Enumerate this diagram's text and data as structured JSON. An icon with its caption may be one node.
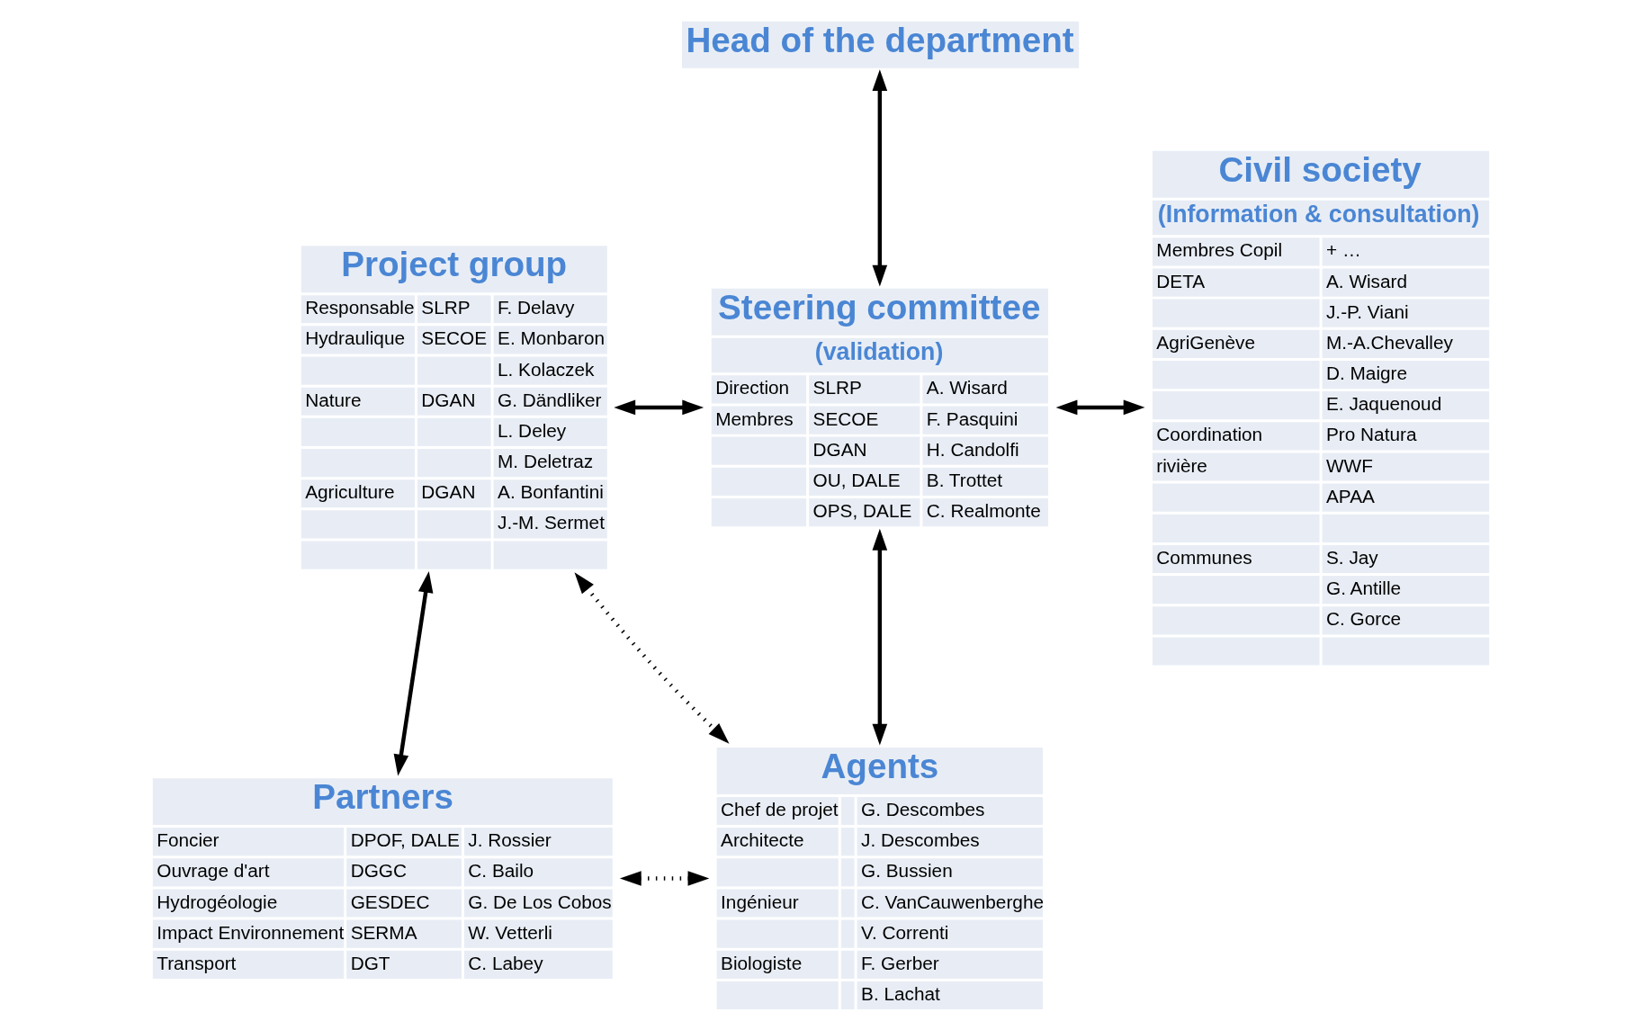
{
  "diagram": {
    "nodes": [
      {
        "text": [
          "Head of the department"
        ]
      },
      {
        "text": [
          "Project group",
          "Responsable",
          "SLRP",
          "F. Delavy",
          "Hydraulique",
          "SECOE",
          "E. Monbaron",
          "L. Kolaczek",
          "Nature",
          "DGAN",
          "G. Dändliker",
          "L. Deley",
          "M. Deletraz",
          "Agriculture",
          "DGAN",
          "A. Bonfantini",
          "J.-M. Sermet"
        ]
      },
      {
        "text": [
          "Steering committee",
          "(validation)",
          "Direction",
          "SLRP",
          "A. Wisard",
          "Membres",
          "SECOE",
          "F. Pasquini",
          "DGAN",
          "H. Candolfi",
          "OU, DALE",
          "B. Trottet",
          "OPS, DALE",
          "C. Realmonte"
        ]
      },
      {
        "text": [
          "Civil society",
          "(Information & consultation)",
          "Membres Copil",
          "+ …",
          "DETA",
          "A. Wisard",
          "J.-P. Viani",
          "AgriGenève",
          "M.-A.Chevalley",
          "D. Maigre",
          "E. Jaquenoud",
          "Coordination",
          "Pro Natura",
          "rivière",
          "WWF",
          "APAA",
          "Communes",
          "S. Jay",
          "G. Antille",
          "C. Gorce"
        ]
      },
      {
        "text": [
          "Agents",
          "Chef de projet",
          "G. Descombes",
          "Architecte",
          "J. Descombes",
          "G. Bussien",
          "Ingénieur",
          "C. VanCauwenberghe",
          "V. Correnti",
          "Biologiste",
          "F. Gerber",
          "B. Lachat"
        ]
      },
      {
        "text": [
          "Partners",
          "Foncier",
          "DPOF, DALE",
          "J. Rossier",
          "Ouvrage d'art",
          "DGGC",
          "C. Bailo",
          "Hydrogéologie",
          "GESDEC",
          "G. De Los Cobos",
          "Impact Environnement",
          "SERMA",
          "W. Vetterli",
          "Transport",
          "DGT",
          "C. Labey"
        ]
      }
    ],
    "edges": [
      {
        "from": 0,
        "to": 2,
        "arrow": "both"
      },
      {
        "from": 1,
        "to": 2,
        "arrow": "both"
      },
      {
        "from": 2,
        "to": 3,
        "arrow": "both"
      },
      {
        "from": 2,
        "to": 4,
        "arrow": "both"
      },
      {
        "from": 1,
        "to": 5,
        "arrow": "both"
      },
      {
        "from": 1,
        "to": 4,
        "arrow": "both",
        "style": "dashed"
      },
      {
        "from": 5,
        "to": 4,
        "arrow": "both",
        "style": "dashed"
      }
    ]
  }
}
